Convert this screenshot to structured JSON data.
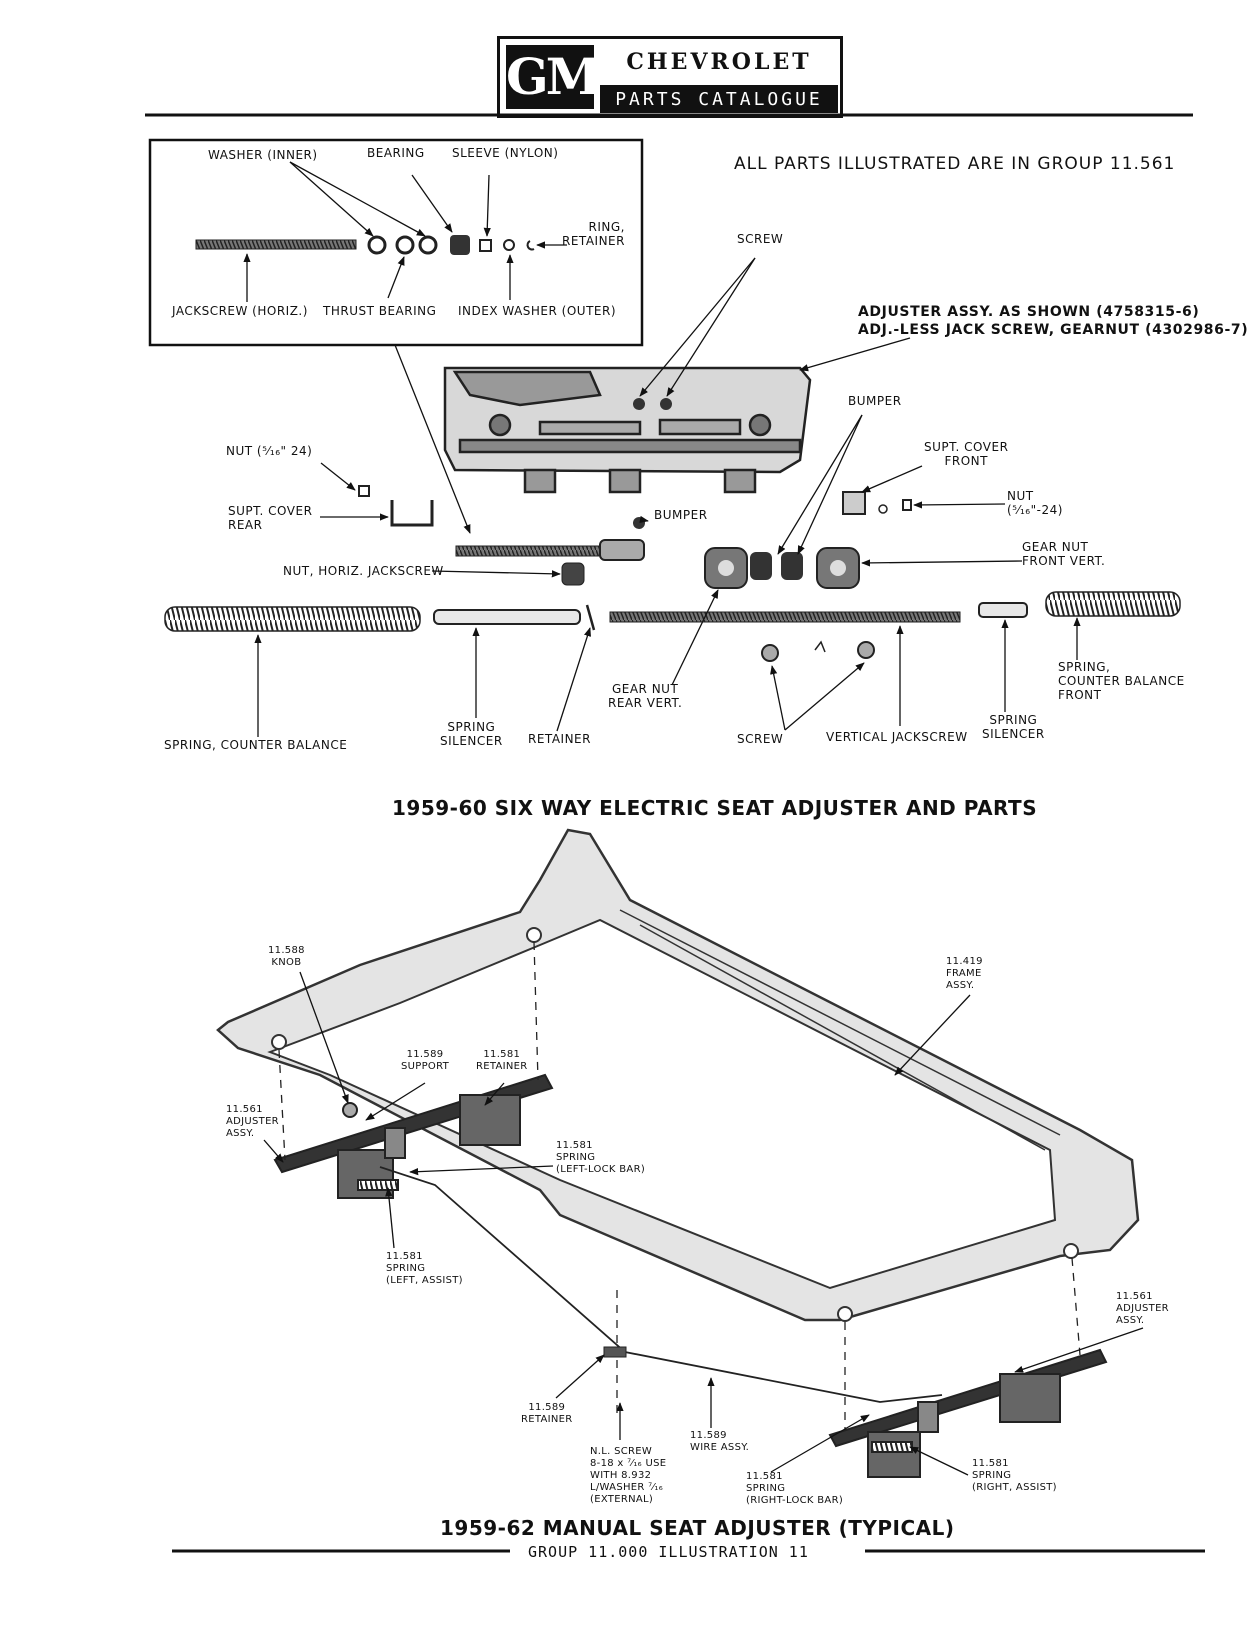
{
  "header": {
    "gm_logo": "GM",
    "brand": "CHEVROLET",
    "catalogue": "PARTS CATALOGUE"
  },
  "notice": "ALL PARTS ILLUSTRATED ARE IN GROUP 11.561",
  "adjuster_assy": {
    "line1": "ADJUSTER ASSY. AS SHOWN (4758315-6)",
    "line2": "ADJ.-LESS JACK SCREW, GEARNUT (4302986-7)"
  },
  "inset": {
    "washer_inner": "WASHER (INNER)",
    "bearing": "BEARING",
    "sleeve": "SLEEVE (NYLON)",
    "ring_retainer": "RING,\nRETAINER",
    "jackscrew_horiz": "JACKSCREW (HORIZ.)",
    "thrust_bearing": "THRUST BEARING",
    "index_washer": "INDEX WASHER (OUTER)"
  },
  "electric": {
    "screw_top": "SCREW",
    "bumper_top": "BUMPER",
    "supt_cover_front": "SUPT. COVER\nFRONT",
    "nut_right": "NUT\n(⁵⁄₁₆\"-24)",
    "gear_nut_front": "GEAR NUT\nFRONT VERT.",
    "nut_left": "NUT (⁵⁄₁₆\" 24)",
    "supt_cover_rear": "SUPT. COVER\nREAR",
    "bumper_mid": "BUMPER",
    "nut_horiz": "NUT, HORIZ. JACKSCREW",
    "spring_counter": "SPRING, COUNTER BALANCE",
    "spring_silencer_left": "SPRING\nSILENCER",
    "retainer": "RETAINER",
    "gear_nut_rear": "GEAR NUT\nREAR VERT.",
    "screw_bottom": "SCREW",
    "vertical_jackscrew": "VERTICAL JACKSCREW",
    "spring_silencer_right": "SPRING\nSILENCER",
    "spring_counter_front": "SPRING,\nCOUNTER BALANCE\nFRONT"
  },
  "title_electric": "1959-60 SIX WAY ELECTRIC SEAT ADJUSTER AND PARTS",
  "manual": {
    "knob": "11.588\nKNOB",
    "frame": "11.419\nFRAME\nASSY.",
    "support": "11.589\nSUPPORT",
    "retainer_top": "11.581\nRETAINER",
    "adjuster_left": "11.561\nADJUSTER\nASSY.",
    "spring_left_lock": "11.581\nSPRING\n(LEFT-LOCK BAR)",
    "spring_left_assist": "11.581\nSPRING\n(LEFT, ASSIST)",
    "adjuster_right": "11.561\nADJUSTER\nASSY.",
    "retainer_bottom": "11.589\nRETAINER",
    "wire_assy": "11.589\nWIRE ASSY.",
    "nl_screw": "N.L. SCREW\n8-18 x ⁷⁄₁₆ USE\nWITH 8.932\nL/WASHER ⁷⁄₁₆\n(EXTERNAL)",
    "spring_right_lock": "11.581\nSPRING\n(RIGHT-LOCK BAR)",
    "spring_right_assist": "11.581\nSPRING\n(RIGHT, ASSIST)"
  },
  "title_manual": "1959-62 MANUAL SEAT ADJUSTER (TYPICAL)",
  "footer": "GROUP 11.000 ILLUSTRATION 11"
}
